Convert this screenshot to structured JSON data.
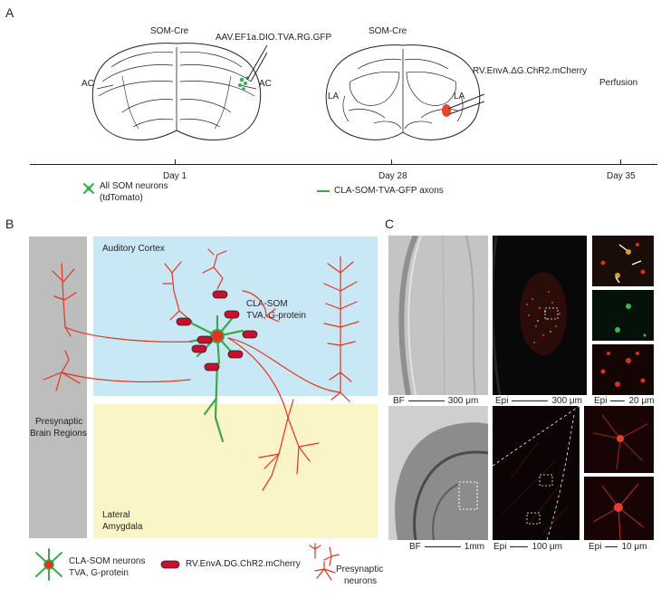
{
  "panelA": {
    "letter": "A",
    "day1_section": {
      "strain": "SOM-Cre",
      "virus": "AAV.EF1a.DIO.TVA.RG.GFP",
      "region_left": "AC",
      "region_right": "AC"
    },
    "day28_section": {
      "strain": "SOM-Cre",
      "virus": "RV.EnvA.ΔG.ChR2.mCherry",
      "region_left": "LA",
      "region_right": "LA"
    },
    "perfusion_label": "Perfusion",
    "timeline": [
      "Day 1",
      "Day 28",
      "Day 35"
    ],
    "legend": {
      "som_neurons_line1": "All SOM neurons",
      "som_neurons_line2": "(tdTomato)",
      "axons": "CLA-SOM-TVA-GFP axons"
    },
    "colors": {
      "som": "#2bb24c",
      "axon": "#3aa84b",
      "injection": "#e8472e"
    }
  },
  "panelB": {
    "letter": "B",
    "auditory_cortex": "Auditory Cortex",
    "starter_line1": "CLA-SOM",
    "starter_line2": "TVA, G-protein",
    "presynaptic_line1": "Presynaptic",
    "presynaptic_line2": "Brain Regions",
    "amygdala_line1": "Lateral",
    "amygdala_line2": "Amygdala",
    "colors": {
      "cortex": "#c9e8f5",
      "amygdala": "#faf5c6",
      "brain_regions": "#bdbdbd",
      "presynaptic": "#e8321e",
      "starter": "#3aa84b"
    }
  },
  "legendB": {
    "cla_som_line1": "CLA-SOM neurons",
    "cla_som_line2": "TVA, G-protein",
    "rabies": "RV.EnvA.DG.ChR2.mCherry",
    "presyn_line1": "Presynaptic",
    "presyn_line2": "neurons"
  },
  "panelC": {
    "letter": "C",
    "top_scales": [
      {
        "mode": "BF",
        "value": "300 μm"
      },
      {
        "mode": "Epi",
        "value": "300 μm"
      },
      {
        "mode": "Epi",
        "value": "20 μm"
      }
    ],
    "bottom_scales": [
      {
        "mode": "BF",
        "value": "1mm"
      },
      {
        "mode": "Epi",
        "value": "100 μm"
      },
      {
        "mode": "Epi",
        "value": "10 μm"
      }
    ]
  }
}
